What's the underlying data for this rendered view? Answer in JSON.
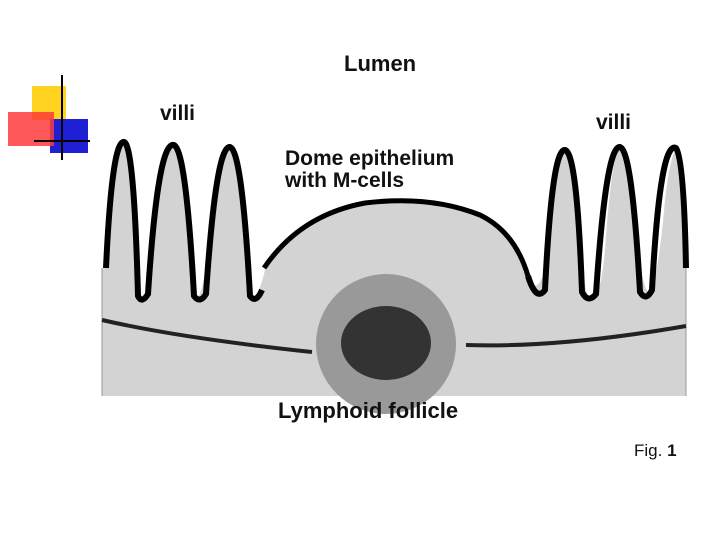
{
  "labels": {
    "lumen": "Lumen",
    "villi_left": "villi",
    "villi_right": "villi",
    "dome_line1": "Dome epithelium",
    "dome_line2": "with M-cells",
    "follicle": "Lymphoid follicle",
    "fig_prefix": "Fig.",
    "fig_number": "1"
  },
  "colors": {
    "tissue": "#d3d3d3",
    "outline": "#000000",
    "follicle_ring": "#999999",
    "follicle_center": "#333333",
    "deco_yellow": "#ffd21f",
    "deco_red": "#ff3b3b",
    "deco_blue": "#1f1fd6"
  },
  "icons": {
    "corner_decoration": "slide-corner-squares-icon"
  }
}
